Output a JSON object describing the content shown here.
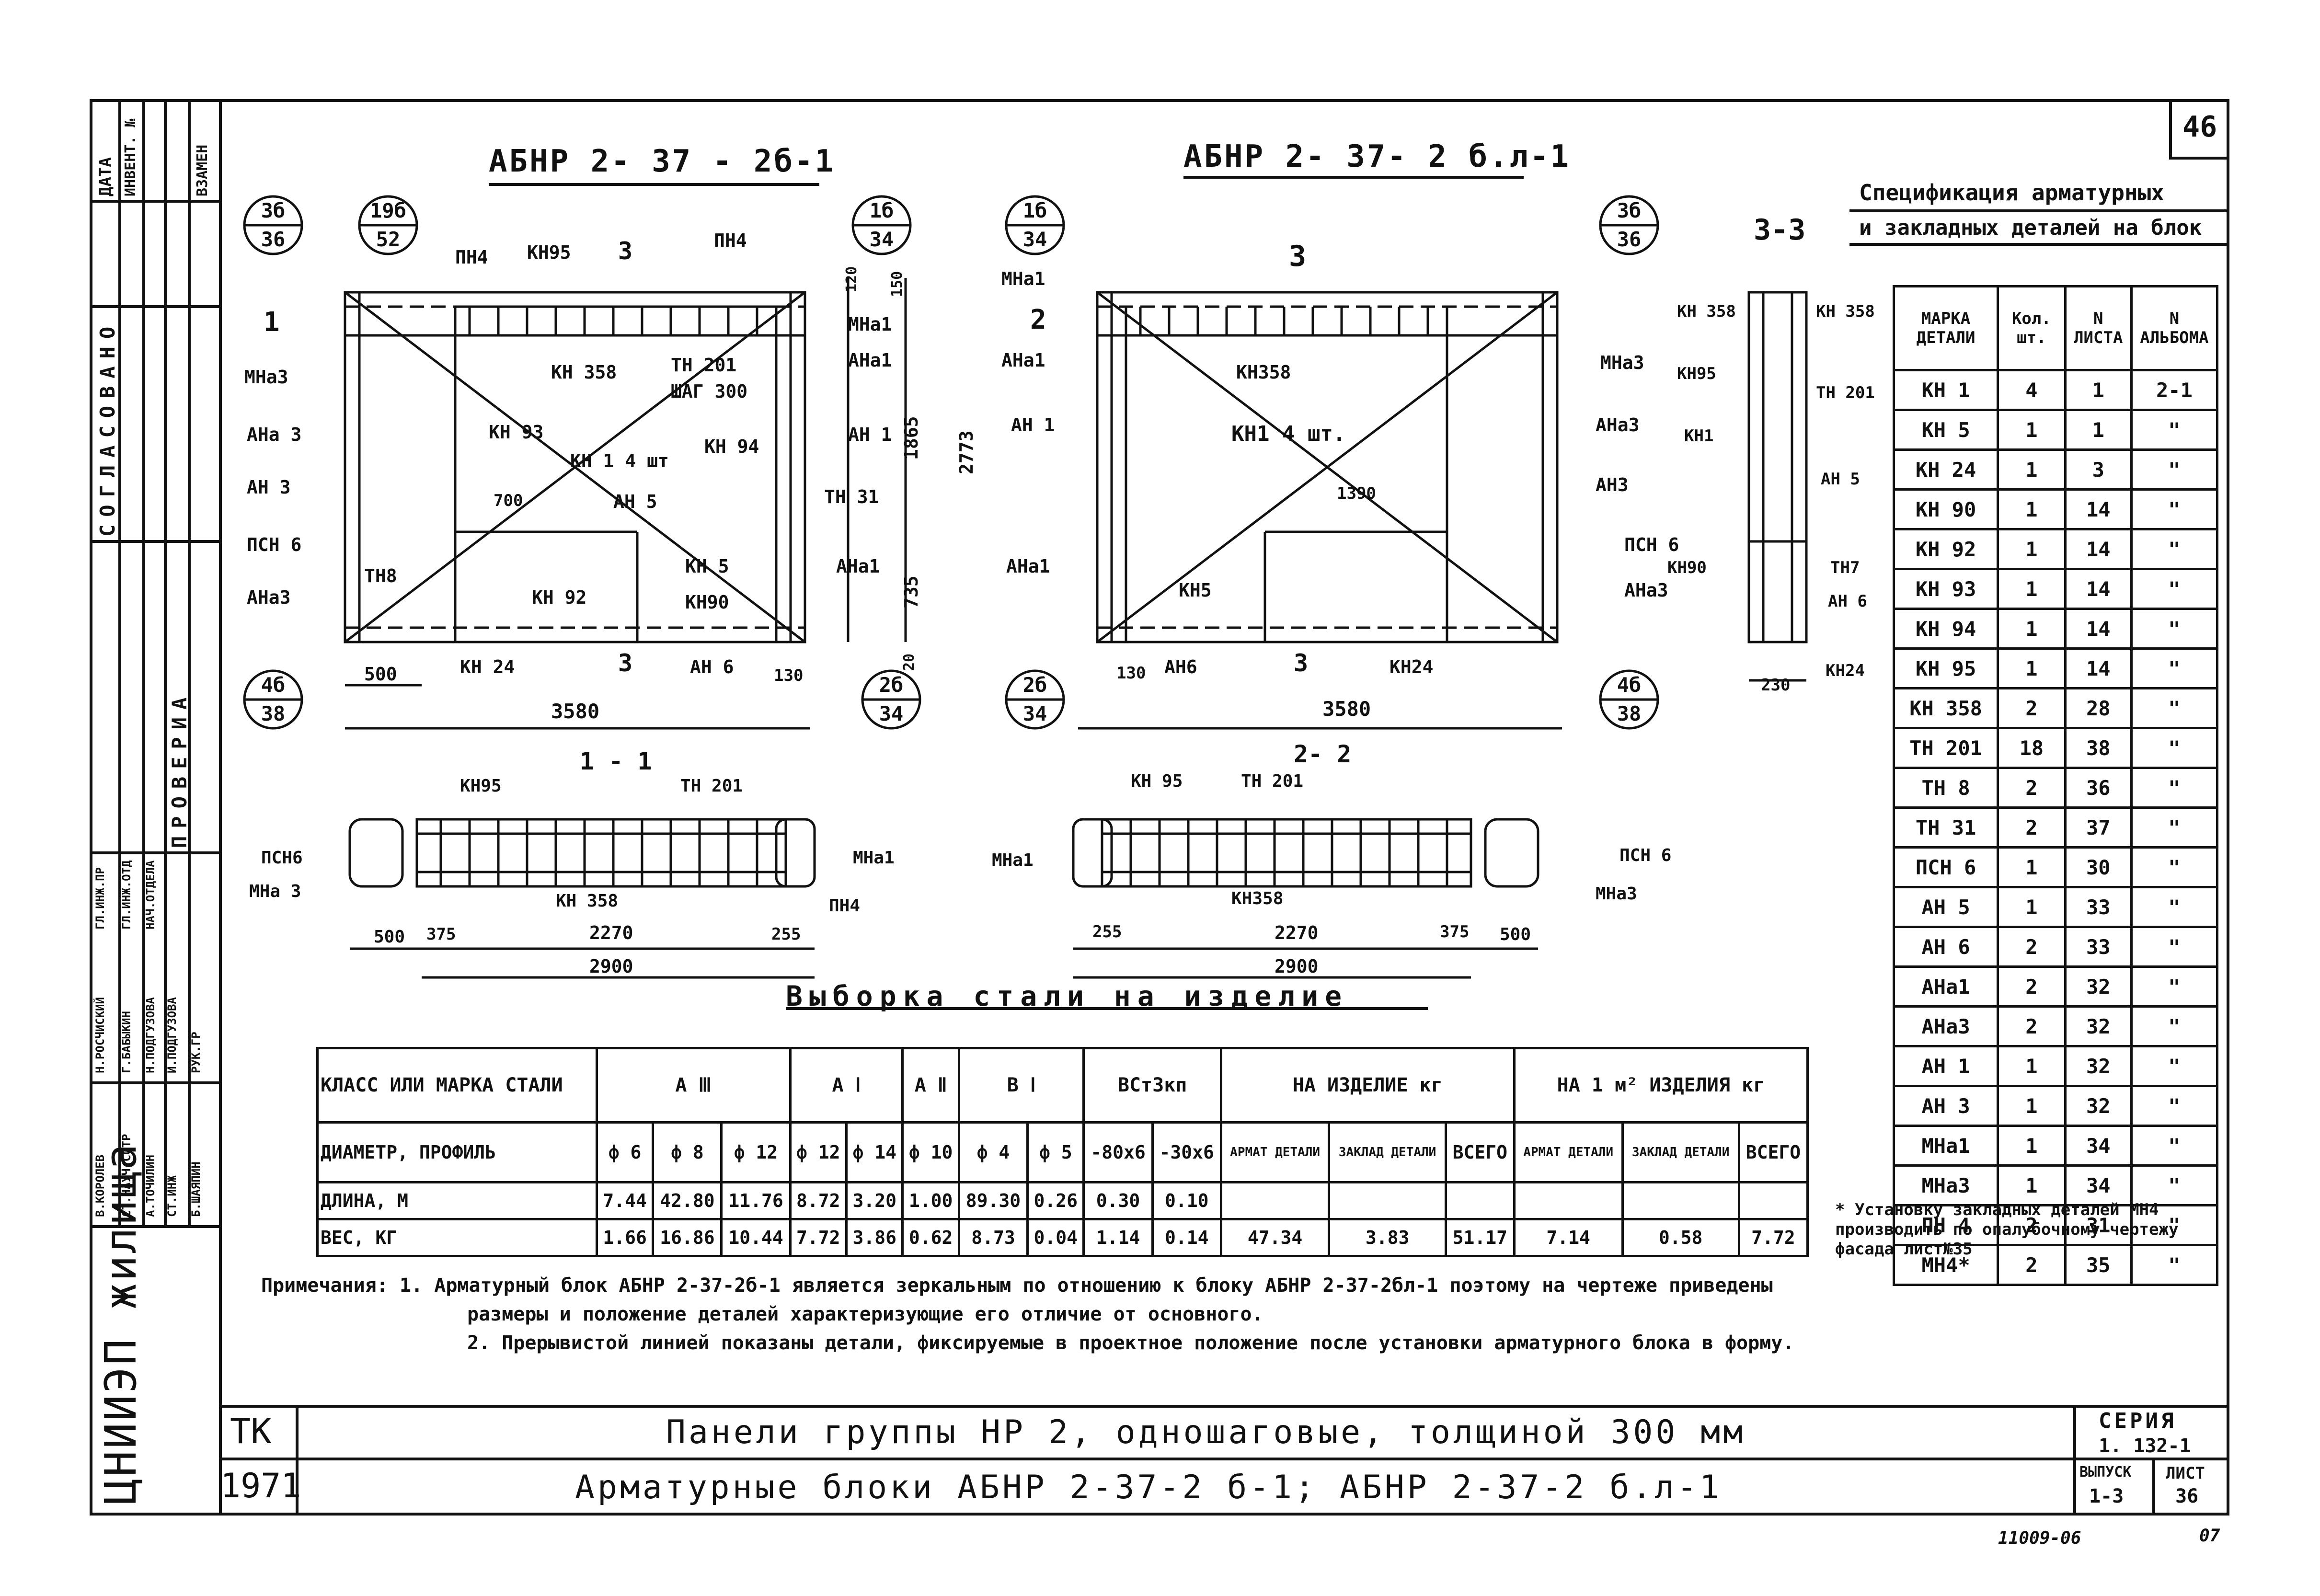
{
  "sheet": {
    "corner_number": "46",
    "block_left_title": "АБНР 2- 37 - 2б-1",
    "block_right_title": "АБНР 2- 37- 2 б.л-1",
    "dimensions": {
      "w3580_left": "3580",
      "w3580_right": "3580",
      "h2773": "2773",
      "h1865": "1865",
      "h735": "735",
      "d500": "500",
      "d130a": "130",
      "d130b": "130",
      "d20": "20",
      "d700": "700",
      "d1390": "1390",
      "d120": "120",
      "d150": "150",
      "d230": "230"
    },
    "circles": [
      {
        "top": "3б",
        "bottom": "36"
      },
      {
        "top": "19б",
        "bottom": "52"
      },
      {
        "top": "1б",
        "bottom": "34"
      },
      {
        "top": "1б",
        "bottom": "34"
      },
      {
        "top": "3б",
        "bottom": "36"
      },
      {
        "top": "4б",
        "bottom": "38"
      },
      {
        "top": "2б",
        "bottom": "34"
      },
      {
        "top": "2б",
        "bottom": "34"
      },
      {
        "top": "4б",
        "bottom": "38"
      }
    ],
    "labels_left": {
      "pn4a": "ПН4",
      "kn95": "КН95",
      "sec3": "3",
      "pn4b": "ПН4",
      "sec1": "1",
      "mna3a": "МНа3",
      "kn358": "КН 358",
      "tn201": "ТН 201",
      "shag": "ШАГ 300",
      "mna1": "МНа1",
      "ana1": "АНа1",
      "ana3": "АНа 3",
      "kn93": "КН 93",
      "kn94": "КН 94",
      "an1": "АН 1",
      "an3": "АН 3",
      "kn1": "КН 1 4 шт",
      "an5": "АН 5",
      "tn31": "ТН 31",
      "psn6": "ПСН 6",
      "kn5": "КН 5",
      "tn8": "ТН8",
      "ana1b": "АНа1",
      "kn92": "КН 92",
      "kn90": "КН90",
      "mna3b": "АНа3",
      "kn24": "КН 24",
      "sec3b": "3",
      "an6": "АН 6"
    },
    "labels_right": {
      "sec3": "3",
      "mna1": "МНа1",
      "sec2": "2",
      "ana1": "АНа1",
      "kn358": "КН358",
      "mna3": "МНа3",
      "kn1": "КН1  4 шт.",
      "an1": "АН 1",
      "ana3": "АНа3",
      "an3": "АН3",
      "psn6": "ПСН 6",
      "ana1b": "АНа1",
      "kn5": "КН5",
      "ana3b": "АНа3",
      "an6": "АН6",
      "sec3b": "3",
      "kn24": "КН24"
    },
    "section33": {
      "title": "3-3",
      "kn358a": "КН 358",
      "kn358b": "КН 358",
      "kn95": "КН95",
      "tn201": "ТН 201",
      "kn1": "КН1",
      "an5": "АН 5",
      "kn90": "КН90",
      "tn7": "ТН7",
      "an6": "АН 6",
      "kn24": "КН24"
    },
    "section11": {
      "title": "1 - 1",
      "kn95": "КН95",
      "tn201": "ТН 201",
      "psn6": "ПСН6",
      "mna3": "МНа 3",
      "kn358": "КН 358",
      "pn4": "ПН4",
      "mna1": "МНа1",
      "d500": "500",
      "d375": "375",
      "d2270": "2270",
      "d255": "255",
      "d2900": "2900"
    },
    "section22": {
      "title": "2- 2",
      "kn95": "КН 95",
      "tn201": "ТН 201",
      "mna1": "МНа1",
      "kn358": "КН358",
      "psn6": "ПСН 6",
      "mna3": "МНа3",
      "d255": "255",
      "d2270": "2270",
      "d375": "375",
      "d500": "500",
      "d2900": "2900"
    }
  },
  "spec": {
    "title_line1": "Спецификация арматурных",
    "title_line2": "и закладных деталей на блок",
    "headers": [
      "МАРКА ДЕТАЛИ",
      "Кол. шт.",
      "N ЛИСТА",
      "N АЛЬБОМА"
    ],
    "rows": [
      [
        "КН 1",
        "4",
        "1",
        "2-1"
      ],
      [
        "КН 5",
        "1",
        "1",
        "\""
      ],
      [
        "КН 24",
        "1",
        "3",
        "\""
      ],
      [
        "КН 90",
        "1",
        "14",
        "\""
      ],
      [
        "КН 92",
        "1",
        "14",
        "\""
      ],
      [
        "КН 93",
        "1",
        "14",
        "\""
      ],
      [
        "КН 94",
        "1",
        "14",
        "\""
      ],
      [
        "КН 95",
        "1",
        "14",
        "\""
      ],
      [
        "КН 358",
        "2",
        "28",
        "\""
      ],
      [
        "ТН 201",
        "18",
        "38",
        "\""
      ],
      [
        "ТН 8",
        "2",
        "36",
        "\""
      ],
      [
        "ТН 31",
        "2",
        "37",
        "\""
      ],
      [
        "ПСН 6",
        "1",
        "30",
        "\""
      ],
      [
        "АН 5",
        "1",
        "33",
        "\""
      ],
      [
        "АН 6",
        "2",
        "33",
        "\""
      ],
      [
        "АНа1",
        "2",
        "32",
        "\""
      ],
      [
        "АНа3",
        "2",
        "32",
        "\""
      ],
      [
        "АН 1",
        "1",
        "32",
        "\""
      ],
      [
        "АН 3",
        "1",
        "32",
        "\""
      ],
      [
        "МНа1",
        "1",
        "34",
        "\""
      ],
      [
        "МНа3",
        "1",
        "34",
        "\""
      ],
      [
        "ПН 4",
        "2",
        "31",
        "\""
      ],
      [
        "МН4*",
        "2",
        "35",
        "\""
      ]
    ],
    "footnote": "* Установку закладных деталей МН4 производить по опалубочному чертежу фасада лист№35"
  },
  "steel": {
    "title": "Выборка стали на изделие",
    "class_label": "КЛАСС ИЛИ МАРКА СТАЛИ",
    "groups": [
      "А Ⅲ",
      "А Ⅰ",
      "А Ⅱ",
      "В Ⅰ",
      "ВСт3кп",
      "НА ИЗДЕЛИЕ кг",
      "НА 1 м² ИЗДЕЛИЯ кг"
    ],
    "diameter_label": "ДИАМЕТР, ПРОФИЛЬ",
    "diameters": [
      "ф 6",
      "ф 8",
      "ф 12",
      "ф 12",
      "ф 14",
      "ф 10",
      "ф 4",
      "ф 5",
      "-80х6",
      "-30х6",
      "АРМАТ ДЕТАЛИ",
      "ЗАКЛАД ДЕТАЛИ",
      "ВСЕГО",
      "АРМАТ ДЕТАЛИ",
      "ЗАКЛАД ДЕТАЛИ",
      "ВСЕГО"
    ],
    "length_label": "ДЛИНА, М",
    "lengths": [
      "7.44",
      "42.80",
      "11.76",
      "8.72",
      "3.20",
      "1.00",
      "89.30",
      "0.26",
      "0.30",
      "0.10",
      "",
      "",
      "",
      "",
      "",
      ""
    ],
    "weight_label": "ВЕС, КГ",
    "weights": [
      "1.66",
      "16.86",
      "10.44",
      "7.72",
      "3.86",
      "0.62",
      "8.73",
      "0.04",
      "1.14",
      "0.14",
      "47.34",
      "3.83",
      "51.17",
      "7.14",
      "0.58",
      "7.72"
    ]
  },
  "notes": {
    "line1": "Примечания: 1. Арматурный блок АБНР 2-37-2б-1 является зеркальным по отношению к блоку АБНР 2-37-2бл-1 поэтому на чертеже приведены",
    "line2": "размеры и положение деталей характеризующие его отличие от основного.",
    "line3": "2. Прерывистой линией показаны детали, фиксируемые в проектное положение после установки арматурного блока в форму."
  },
  "title_block": {
    "tk": "ТК",
    "year": "1971",
    "title1": "Панели группы НР 2, одношаговые, толщиной 300 мм",
    "title2": "Арматурные блоки АБНР 2-37-2 б-1; АБНР 2-37-2 б.л-1",
    "series_label": "СЕРИЯ",
    "series_value": "1. 132-1",
    "vypusk_label": "ВЫПУСК",
    "vypusk_value": "1-3",
    "list_label": "ЛИСТ",
    "list_value": "36",
    "org": "ЦНИИЭП жилища"
  },
  "side_stamp": {
    "soglasovano": "СОГЛАСОВАНО",
    "proveria": "ПРОВЕРИА",
    "data": "ДАТА",
    "inv": "ИНВЕНТ. №",
    "vzamen": "ВЗАМЕН",
    "names": [
      "В.КОРОЛЕВ",
      "СТ.НАУЧ СОТР",
      "А.ТОЧИЛИН",
      "СТ.ИНЖ",
      "Б.ШАЯПИН",
      "Н.РОСЧИСКИЙ",
      "Г.БАБЫКИН",
      "Н.ПОДГУЗОВА",
      "И.ПОДГУЗОВА",
      "РУК.ГР",
      "ГЛ.ИНЖ.ПР",
      "ГЛ.ИНЖ.ОТД",
      "НАЧ.ОТДЕЛА"
    ]
  },
  "bottom_marks": {
    "code": "11009-06",
    "page": "07"
  }
}
